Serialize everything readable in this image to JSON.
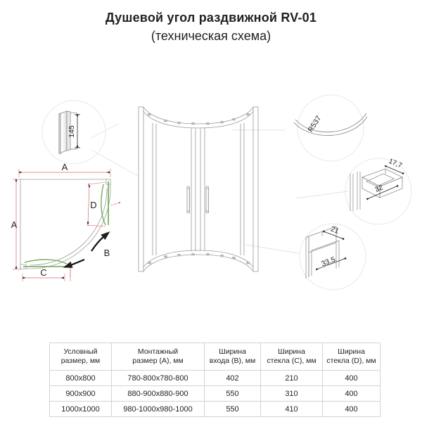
{
  "document": {
    "title_line1": "Душевой угол раздвижной RV-01",
    "title_line2": "(техническая схема)"
  },
  "colors": {
    "ink": "#231f20",
    "line": "#808080",
    "glass_green": "#6aa84f",
    "dimension_red": "#e06666",
    "table_border": "#d3d3d3",
    "callout_circle": "#e8e8e8"
  },
  "plan_view": {
    "labels": {
      "width_top": "A",
      "width_left": "A",
      "arc": "B",
      "bottom": "C",
      "panel": "D"
    }
  },
  "callouts": {
    "profile_depth": "145",
    "radius": "R537",
    "rail_height": "17,7",
    "rail_width": "32",
    "glass_offset": "21",
    "glass_depth": "33,5"
  },
  "table": {
    "headers": [
      {
        "line1": "Условный",
        "line2": "размер, мм"
      },
      {
        "line1": "Монтажный",
        "line2": "размер (A), мм"
      },
      {
        "line1": "Ширина",
        "line2": "входа (B), мм"
      },
      {
        "line1": "Ширина",
        "line2": "стекла (C), мм"
      },
      {
        "line1": "Ширина",
        "line2": "стекла (D), мм"
      }
    ],
    "rows": [
      {
        "nominal": "800x800",
        "mounting": "780-800x780-800",
        "entry": "402",
        "glass_c": "210",
        "glass_d": "400"
      },
      {
        "nominal": "900x900",
        "mounting": "880-900x880-900",
        "entry": "550",
        "glass_c": "310",
        "glass_d": "400"
      },
      {
        "nominal": "1000x1000",
        "mounting": "980-1000x980-1000",
        "entry": "550",
        "glass_c": "410",
        "glass_d": "400"
      }
    ]
  }
}
